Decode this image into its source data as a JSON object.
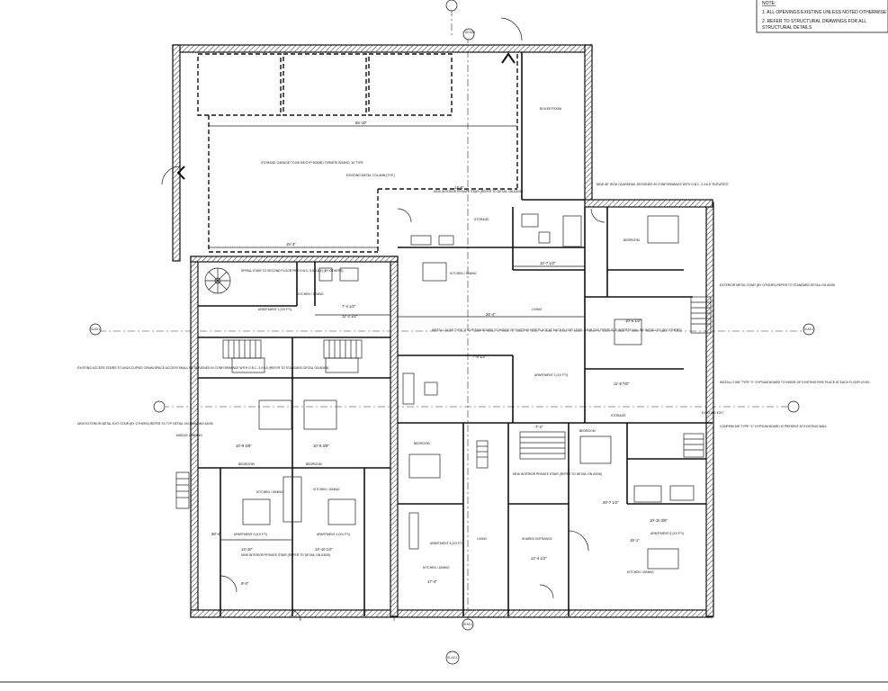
{
  "notes": {
    "title": "NOTE:",
    "items": [
      "1.   ALL OPENINGS EXISTING UNLESS NOTED OTHERWISE",
      "2.   REFER TO STRUCTURAL DRAWINGS FOR ALL",
      "      STRUCTURAL DETAILS"
    ]
  },
  "rooms": {
    "boiler": "BOILER ROOM",
    "storage": "STORAGE GARAGE TO BE 5/8 GYP BOARD TERMITE BOARD, 30 TYPE",
    "existing_column": "EXISTING METAL COLUMN (TYP.)",
    "guardrail": "NEW 36\" HIGH GUARDRAIL DESIGNED IN CONFORMANCE WITH O.B.C. 3.4.6.5 \"ELEVATED\"",
    "new_stair": "NEW INTERIOR PRIVATE STAIR (REFER TO DETAIL ON A3/05)",
    "spiral": "SPIRAL STAIR TO SECOND FLOOR PER O.B.C. 9.8.4.5(4) (BY OTHERS)",
    "apt1": "APARTMENT 1 (XX FT²)",
    "apt2": "APARTMENT 2 (XX FT²)",
    "apt3": "APARTMENT 3 (XX FT²)",
    "apt4": "APARTMENT 4 (XX FT²)",
    "apt5": "APARTMENT 5 (XX FT²)",
    "apt6": "APARTMENT 6 (XX FT²)",
    "kitchen": "KITCHEN / DINING",
    "bedroom": "BEDROOM",
    "living": "LIVING",
    "storage_small": "STORAGE",
    "exterior_stair": "EXTERIOR METAL STAIR (BY OTHERS) REFER TO STANDARD DETAIL ON A0/05",
    "existing_access": "EXISTING ACCESS STAIRS TO UNOCCUPIED CRAWLSPACE ACCESS SHALL BE DESIGNED IN CONFORMANCE WITH O.B.C. 3.4.6.5 (REFER TO STANDARD DETAIL ON A0/05)",
    "new_exterior_exit": "NEW EXTERIOR METAL EXIT STAIR (BY OTHERS) REFER TO TYP DETAIL ON DRAWING A0/05",
    "install_gypsum": "INSTALL 2X 5/8 TYPE \"X\" GYPSUM BOARD TO INSIDE OF EXISTING FIRE PLACE AT EACH FLOOR LEVEL. NEW GAS FIREPLACE INSERTS WILL BE INSTALLED (BY OTHERS)",
    "install_gypsum_right": "INSTALL 2 5/8\" TYPE \"X\" GYPSUM BOARD TO INSIDE OF EXISTING FIRE PLACE AT EACH FLOOR LEVEL",
    "confirm_gypsum": "CONFIRM 5/8\" TYPE \"X\" GYPSUM BOARD IS PRESENT AT EXISTING WALL",
    "existing_exit": "EXISTING EXIT",
    "middle_landing": "MIDDLE LANDING",
    "new_interior_stair": "NEW INTERIOR PRIVATE STAIR (REFER TO DETAIL ON A3/05)",
    "shared_entrance": "SHARED ENTRANCE",
    "exterior_stair_bottom": "NEW INTERIOR PRIVATE STAIR (REFER TO DETAIL ON A3/05)"
  },
  "dimensions": {
    "d1": "55'-10\"",
    "d2": "14'-6\"",
    "d3": "15'-3\"",
    "d4": "7'-4 1/2\"",
    "d5": "11'-3 1/2\"",
    "d6": "10'-7 1/2\"",
    "d7": "10'-5 1/2\"",
    "d8": "26'-4\"",
    "d9": "7'-8 1/2\"",
    "d10": "11'-8 7/8\"",
    "d11": "10'-9 3/8\"",
    "d12": "14'-10\"",
    "d13": "14'-10 1/2\"",
    "d14": "17'-4\"",
    "d15": "12'-4 1/2\"",
    "d16": "10'-10 3/8\"",
    "d17": "16'-1\"",
    "d18": "20'-7 1/2\"",
    "d19": "30'-4\"",
    "d20": "8'-0\"",
    "d21": "7'-4\""
  },
  "grid_tags": {
    "top": "02 A3.1",
    "left": "03 A3.1",
    "right": "04 A3.1",
    "bottom1": "05 A3.1",
    "bottom2": "01 A3.1"
  }
}
